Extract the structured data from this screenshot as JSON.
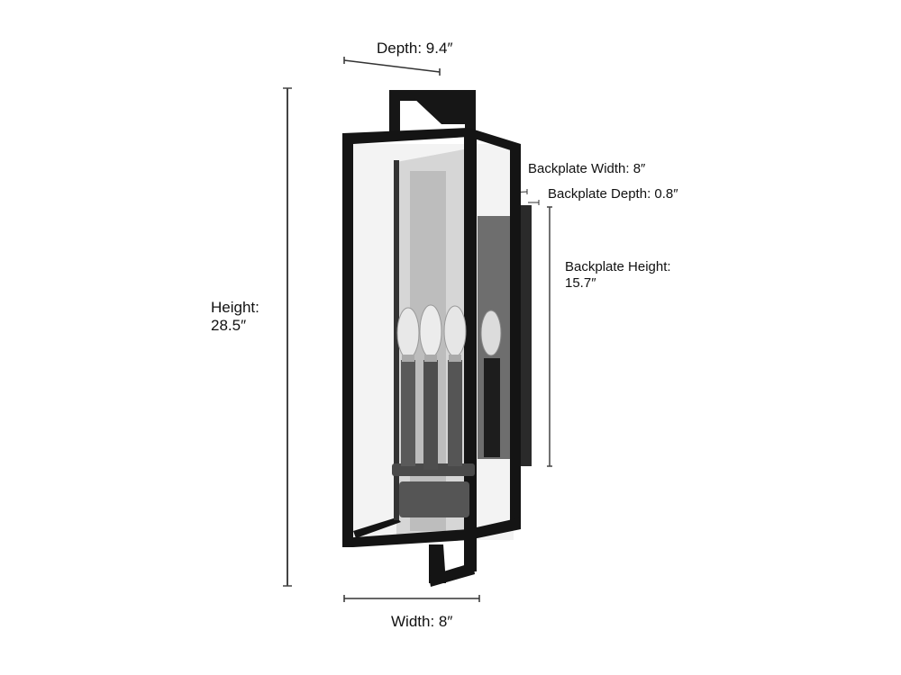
{
  "diagram": {
    "type": "product-dimension-diagram",
    "subject": "Outdoor wall lantern (4-candle, black frame, clear glass)",
    "dimensions": {
      "depth": {
        "label": "Depth: 9.4″",
        "value": 9.4,
        "unit": "in"
      },
      "height": {
        "label_line1": "Height:",
        "label_line2": "28.5″",
        "value": 28.5,
        "unit": "in"
      },
      "width": {
        "label": "Width: 8″",
        "value": 8,
        "unit": "in"
      },
      "backplate_width": {
        "label": "Backplate Width: 8″",
        "value": 8,
        "unit": "in"
      },
      "backplate_depth": {
        "label": "Backplate Depth: 0.8″",
        "value": 0.8,
        "unit": "in"
      },
      "backplate_height": {
        "label_line1": "Backplate Height:",
        "label_line2": "15.7″",
        "value": 15.7,
        "unit": "in"
      }
    },
    "colors": {
      "frame": "#141414",
      "glass": "#f4f4f4",
      "interior": "#bdbdbd",
      "candle": "#5a5a5a",
      "dimension_line": "#333333",
      "background": "#ffffff"
    }
  }
}
